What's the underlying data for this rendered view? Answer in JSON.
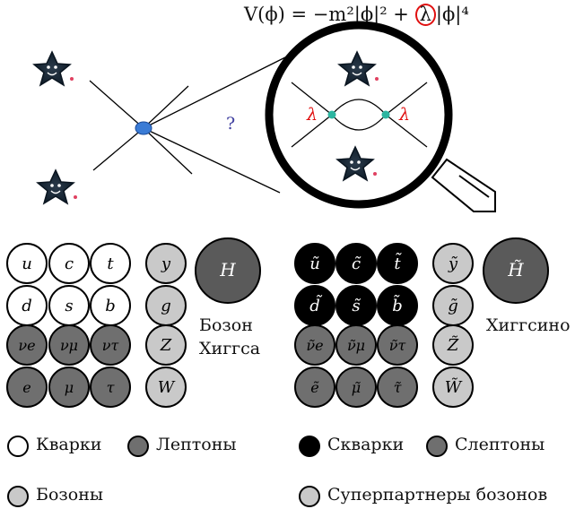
{
  "formula": {
    "lhs": "V(ϕ) = −m²|ϕ|² + ",
    "lambda": "λ",
    "rhs": "|ϕ|⁴"
  },
  "diagram": {
    "question_mark": "?",
    "vertex_label_left": "λ",
    "vertex_label_right": "λ"
  },
  "colors": {
    "quark": "#ffffff",
    "lepton": "#6f6f6f",
    "boson": "#c9c9c9",
    "higgs": "#5a5a5a",
    "squark": "#000000",
    "lambda_red": "#e01010",
    "vertex_blue": "#3a7bd5",
    "vertex_teal": "#2bb5a0"
  },
  "sm": {
    "quarks": [
      "u",
      "c",
      "t",
      "d",
      "s",
      "b"
    ],
    "leptons": [
      "νe",
      "νμ",
      "ντ",
      "e",
      "μ",
      "τ"
    ],
    "bosons": [
      "y",
      "g",
      "Z",
      "W"
    ],
    "higgs": "H",
    "higgs_label_line1": "Бозон",
    "higgs_label_line2": "Хиггса"
  },
  "susy": {
    "squarks": [
      "ũ",
      "c̃",
      "t̃",
      "d̃",
      "s̃",
      "b̃"
    ],
    "sleptons": [
      "ν̃e",
      "ν̃μ",
      "ν̃τ",
      "ẽ",
      "μ̃",
      "τ̃"
    ],
    "gauginos": [
      "ỹ",
      "g̃",
      "Z̃",
      "W̃"
    ],
    "higgsino": "H̃",
    "higgsino_label": "Хиггсино"
  },
  "legend": {
    "quarks": "Кварки",
    "leptons": "Лептоны",
    "bosons": "Бозоны",
    "squarks": "Скварки",
    "sleptons": "Слептоны",
    "superpartners": "Суперпартнеры  бозонов"
  }
}
